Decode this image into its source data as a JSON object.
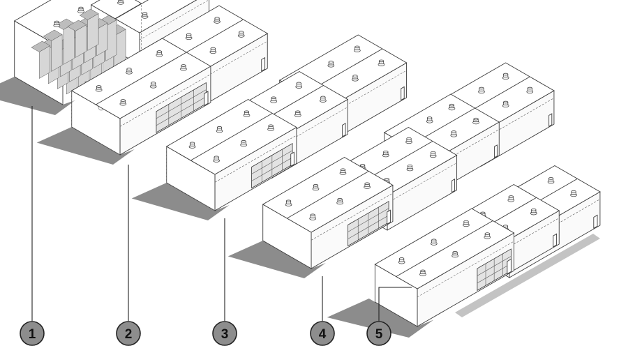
{
  "figure": {
    "configurations": [
      {
        "label": "1"
      },
      {
        "label": "2"
      },
      {
        "label": "3"
      },
      {
        "label": "4"
      },
      {
        "label": "5"
      }
    ]
  }
}
